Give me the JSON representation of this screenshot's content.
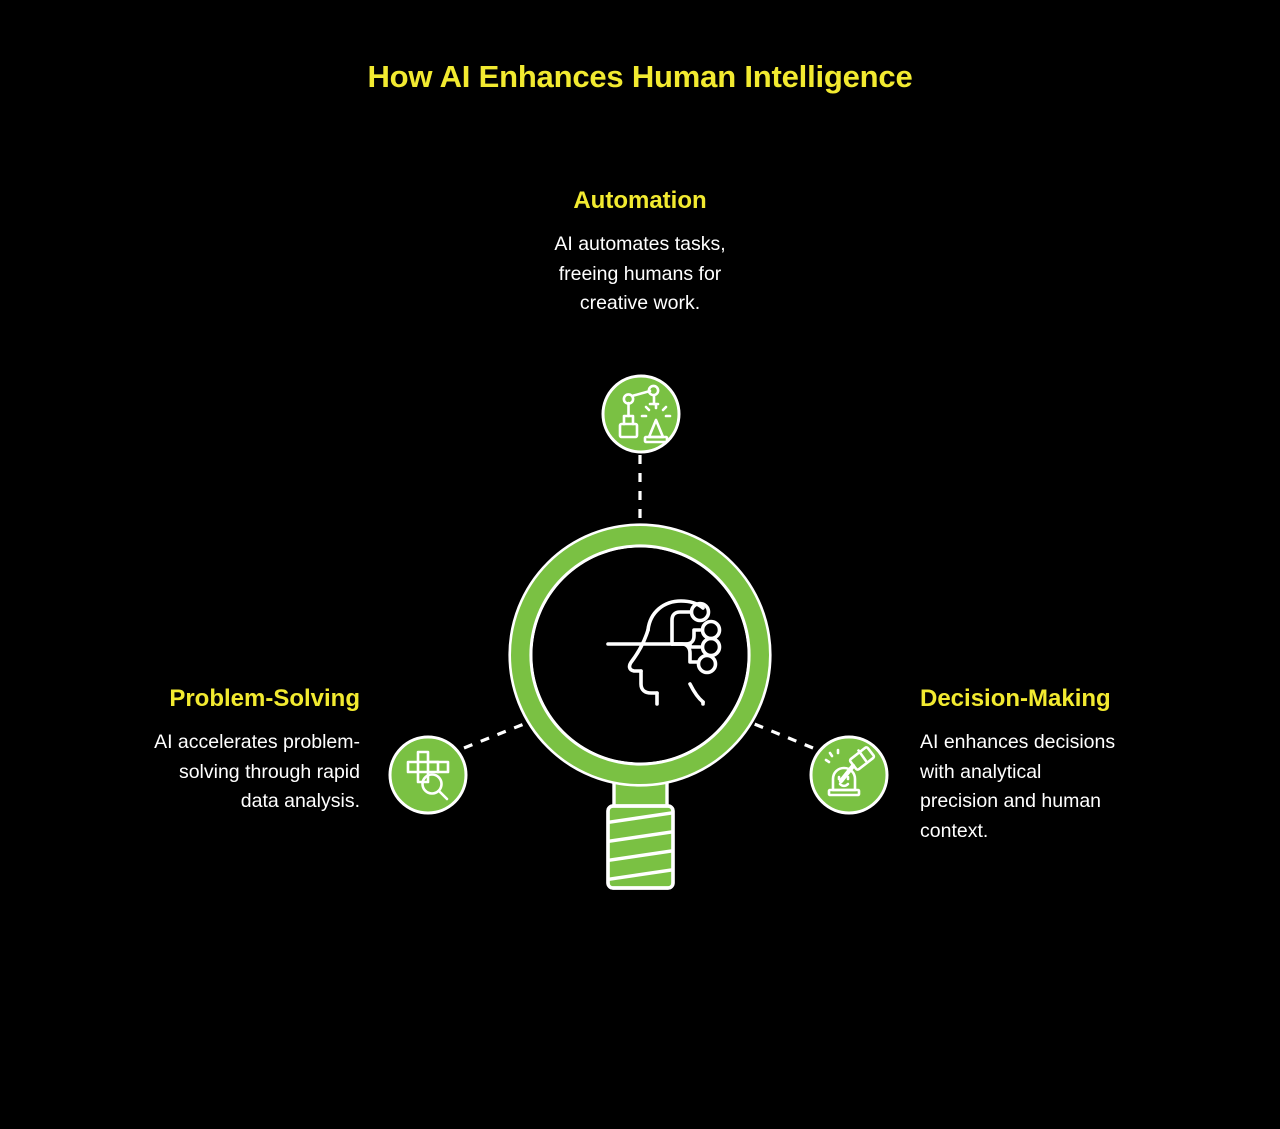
{
  "page": {
    "title": "How AI Enhances Human Intelligence",
    "background_color": "#000000",
    "accent_yellow": "#f2ea30",
    "accent_green": "#7ac143",
    "text_white": "#ffffff"
  },
  "center": {
    "icon_name": "ai-head-circuit-icon",
    "container_icon_name": "magnifying-glass"
  },
  "nodes": [
    {
      "key": "automation",
      "heading": "Automation",
      "body": "AI automates tasks,\nfreeing humans for\ncreative work.",
      "icon_name": "robotic-arm-icon"
    },
    {
      "key": "problem_solving",
      "heading": "Problem-Solving",
      "body": "AI accelerates problem-\nsolving through rapid\ndata analysis.",
      "icon_name": "puzzle-search-icon"
    },
    {
      "key": "decision_making",
      "heading": "Decision-Making",
      "body": "AI enhances decisions\nwith analytical\nprecision and human\ncontext.",
      "icon_name": "gavel-icon"
    }
  ]
}
